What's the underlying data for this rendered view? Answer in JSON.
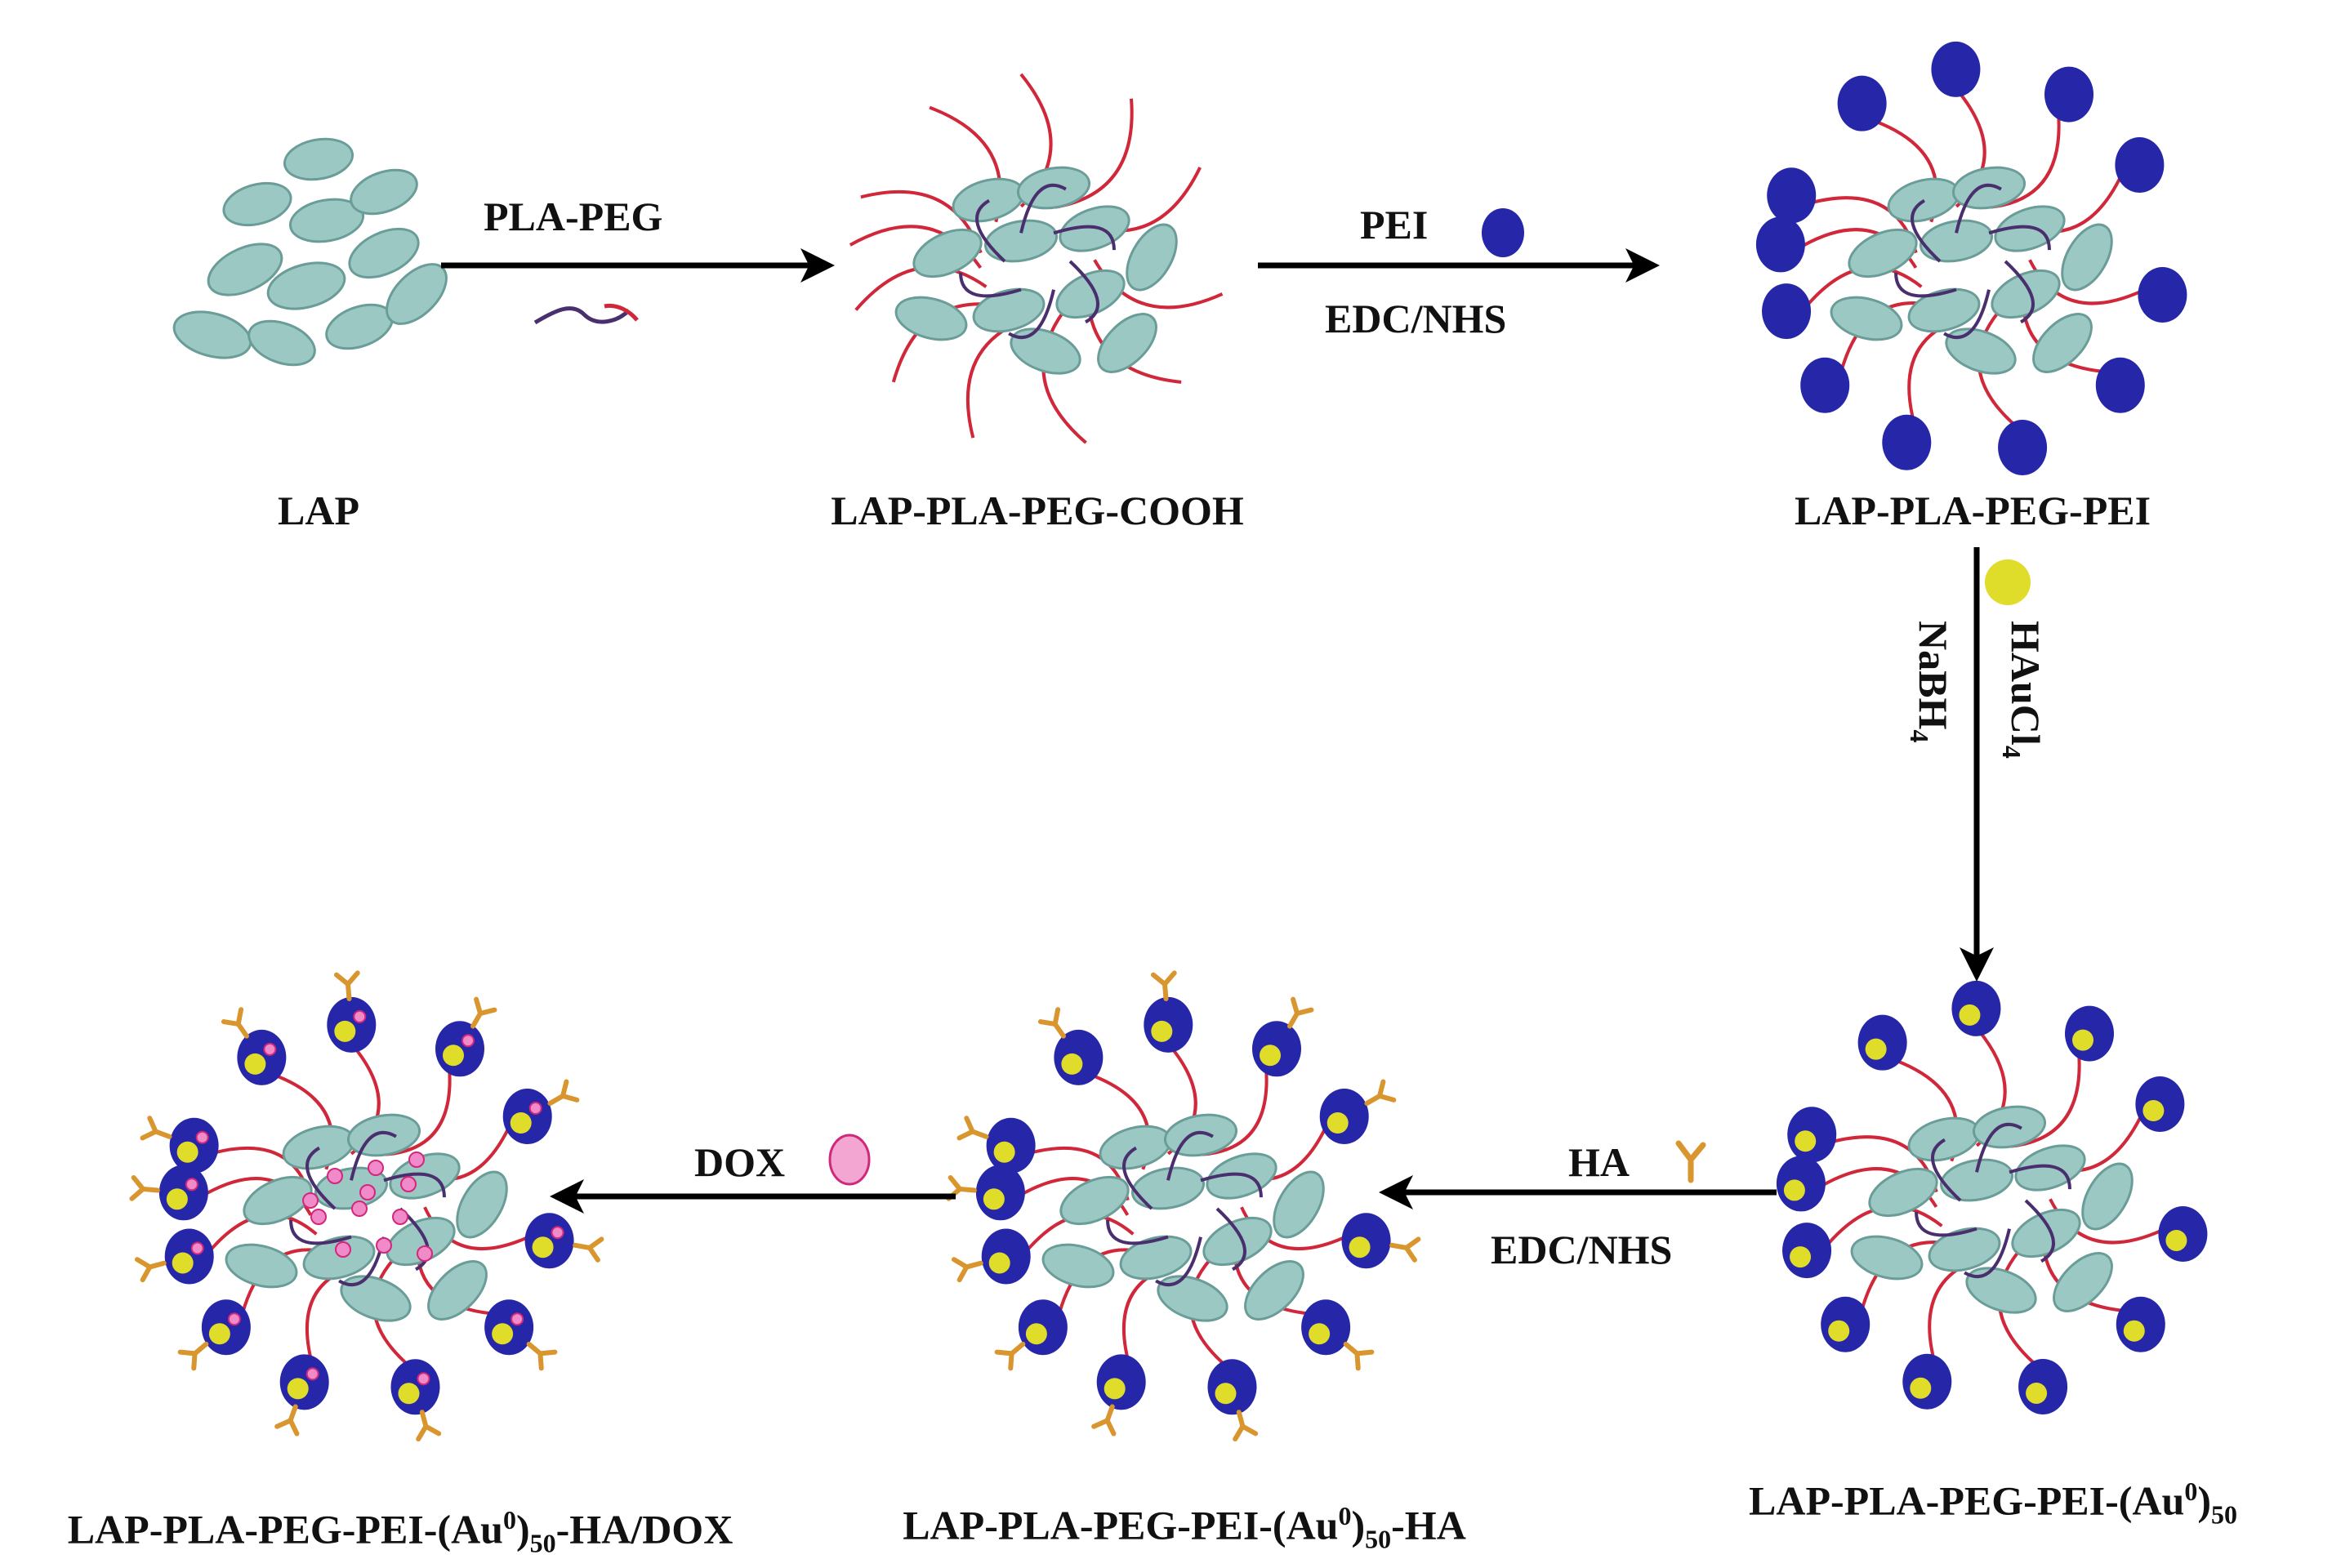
{
  "labels": {
    "lap": "LAP",
    "lap_pla_peg_cooh": "LAP-PLA-PEG-COOH",
    "lap_pla_peg_pei": "LAP-PLA-PEG-PEI",
    "au_prefix": "LAP-PLA-PEG-PEI-(Au",
    "au_sup": "0",
    "au_close": ")",
    "au_sub": "50",
    "ha_suffix": "-HA",
    "dox_suffix": "-HA/DOX"
  },
  "reagents": {
    "step1_top": "PLA-PEG",
    "step2_top": "PEI",
    "step2_bottom": "EDC/NHS",
    "step3_right_main": "HAuCl",
    "step3_right_sub": "4",
    "step3_left_main": "NaBH",
    "step3_left_sub": "4",
    "step4_top": "HA",
    "step4_bottom": "EDC/NHS",
    "step5_top": "DOX"
  },
  "colors": {
    "laponite": "#9cc8c4",
    "laponite_edge": "#6a9c98",
    "peg_chain": "#d0283a",
    "pla_chain": "#4a2f6e",
    "pei": "#2626a8",
    "gold": "#e0dc2a",
    "ha": "#d9962e",
    "dox": "#f08ac8",
    "arrow": "#000000"
  }
}
